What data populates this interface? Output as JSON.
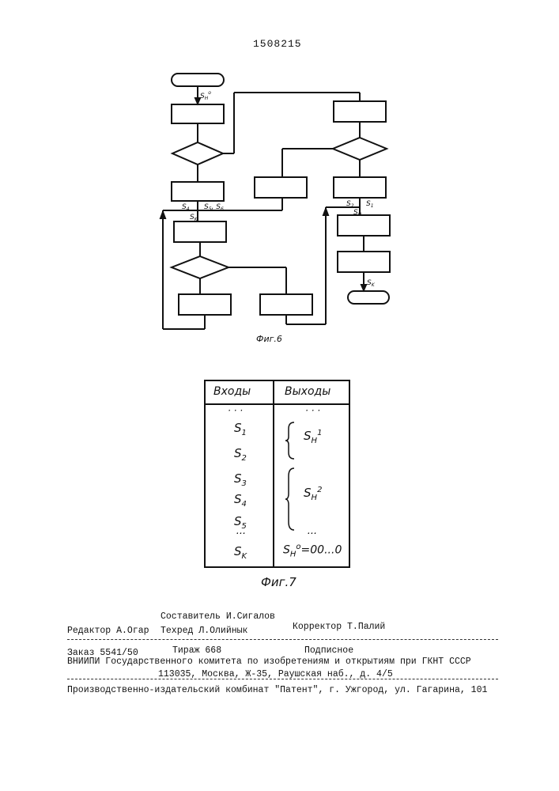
{
  "patent_number": "1508215",
  "figure6": {
    "caption": "Фиг.6",
    "labels": {
      "start_out": "S",
      "start_out_sub": "H",
      "start_out_sup": "o",
      "left_branch": "S4",
      "left_branch2": "S5, S6",
      "left_sk": "SK",
      "right_s2": "S2",
      "right_s1": "S1",
      "right_sh": "SH",
      "end_in": "SK"
    }
  },
  "figure7": {
    "caption": "Фиг.7",
    "headers": {
      "inputs": "Входы",
      "outputs": "Выходы"
    },
    "inputs": [
      "...",
      "S1",
      "S2",
      "S3",
      "S4",
      "S5",
      "...",
      "SK"
    ],
    "outputs": [
      "...",
      "S1H",
      "S2H",
      "...",
      "S0H=00...0"
    ],
    "cells": {
      "dots1": "· · ·",
      "s1_base": "S",
      "s1_sub": "1",
      "s2_base": "S",
      "s2_sub": "2",
      "s3_base": "S",
      "s3_sub": "3",
      "s4_base": "S",
      "s4_sub": "4",
      "s5_base": "S",
      "s5_sub": "5",
      "dots2": "···",
      "sk_base": "S",
      "sk_sub": "K",
      "out_dots1": "· · ·",
      "out1_base": "S",
      "out1_sub": "H",
      "out1_sup": "1",
      "out2_base": "S",
      "out2_sub": "H",
      "out2_sup": "2",
      "out_dots2": "···",
      "out3_base": "S",
      "out3_sub": "H",
      "out3_sup": "o",
      "out3_tail": "=00...0"
    }
  },
  "imprint": {
    "compiler": "Составитель И.Сигалов",
    "editor": "Редактор А.Огар",
    "techred": "Техред Л.Олийнык",
    "corrector": "Корректор Т.Палий",
    "order": "Заказ 5541/50",
    "circulation": "Тираж 668",
    "subscription": "Подписное",
    "vniipi": "ВНИИПИ Государственного комитета по изобретениям и открытиям при ГКНТ СССР",
    "address": "113035, Москва, Ж-35, Раушская наб., д. 4/5",
    "publisher": "Производственно-издательский комбинат \"Патент\", г. Ужгород, ул. Гагарина, 101"
  }
}
